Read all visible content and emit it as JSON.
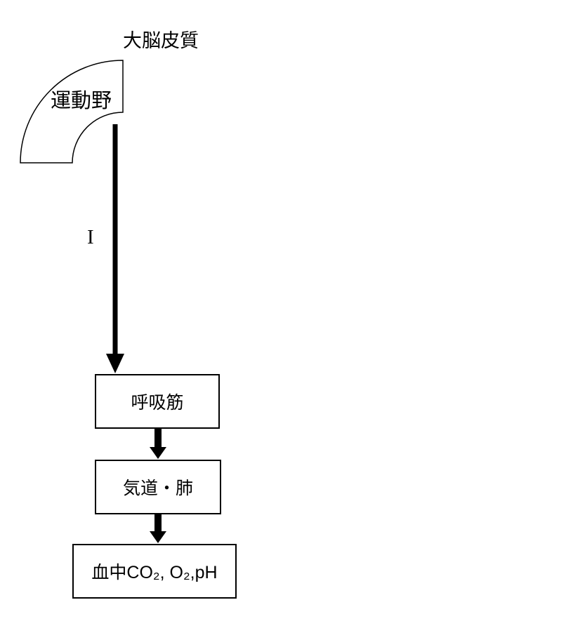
{
  "diagram": {
    "title": "大脳皮質",
    "motor_area_label": "運動野",
    "long_arrow_label": "I",
    "boxes": [
      {
        "label": "呼吸筋"
      },
      {
        "label": "気道・肺"
      },
      {
        "label": "血中CO₂, O₂,pH"
      }
    ],
    "colors": {
      "line": "#000000",
      "background": "#ffffff"
    }
  }
}
